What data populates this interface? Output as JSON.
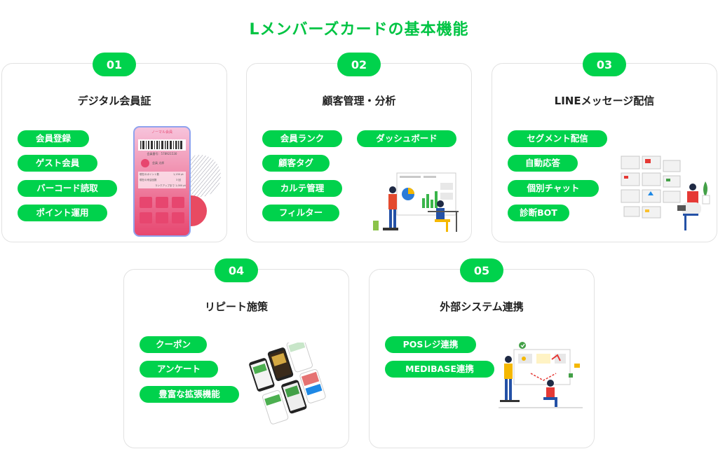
{
  "page": {
    "title": "Lメンバーズカードの基本機能"
  },
  "colors": {
    "accent": "#00d24c",
    "title": "#00c443",
    "border": "#e2e2e2"
  },
  "cards": [
    {
      "number": "01",
      "title": "デジタル会員証",
      "items": [
        "会員登録",
        "ゲスト会員",
        "バーコード読取",
        "ポイント運用"
      ],
      "phone": {
        "header": "ノーマル会員",
        "member_no": "会員番号：578921530",
        "name": "会員 太郎",
        "row1_label": "現在のポイント数",
        "row1_value": "1,150 pt",
        "row2_label": "現在の来店回数",
        "row2_value": "3 回",
        "row3": "ランクアップまで 1,000 pt"
      },
      "icon": "member-card-phone-illustration"
    },
    {
      "number": "02",
      "title": "顧客管理・分析",
      "items": [
        "会員ランク",
        "ダッシュボード",
        "顧客タグ",
        "カルテ管理",
        "フィルター"
      ],
      "icon": "analytics-dashboard-illustration"
    },
    {
      "number": "03",
      "title": "LINEメッセージ配信",
      "items": [
        "セグメント配信",
        "自動応答",
        "個別チャット",
        "診断BOT"
      ],
      "icon": "message-delivery-illustration"
    },
    {
      "number": "04",
      "title": "リピート施策",
      "items": [
        "クーポン",
        "アンケート",
        "豊富な拡張機能"
      ],
      "icon": "smartphone-screens-illustration"
    },
    {
      "number": "05",
      "title": "外部システム連携",
      "items": [
        "POSレジ連携",
        "MEDIBASE連携"
      ],
      "icon": "system-integration-illustration"
    }
  ]
}
